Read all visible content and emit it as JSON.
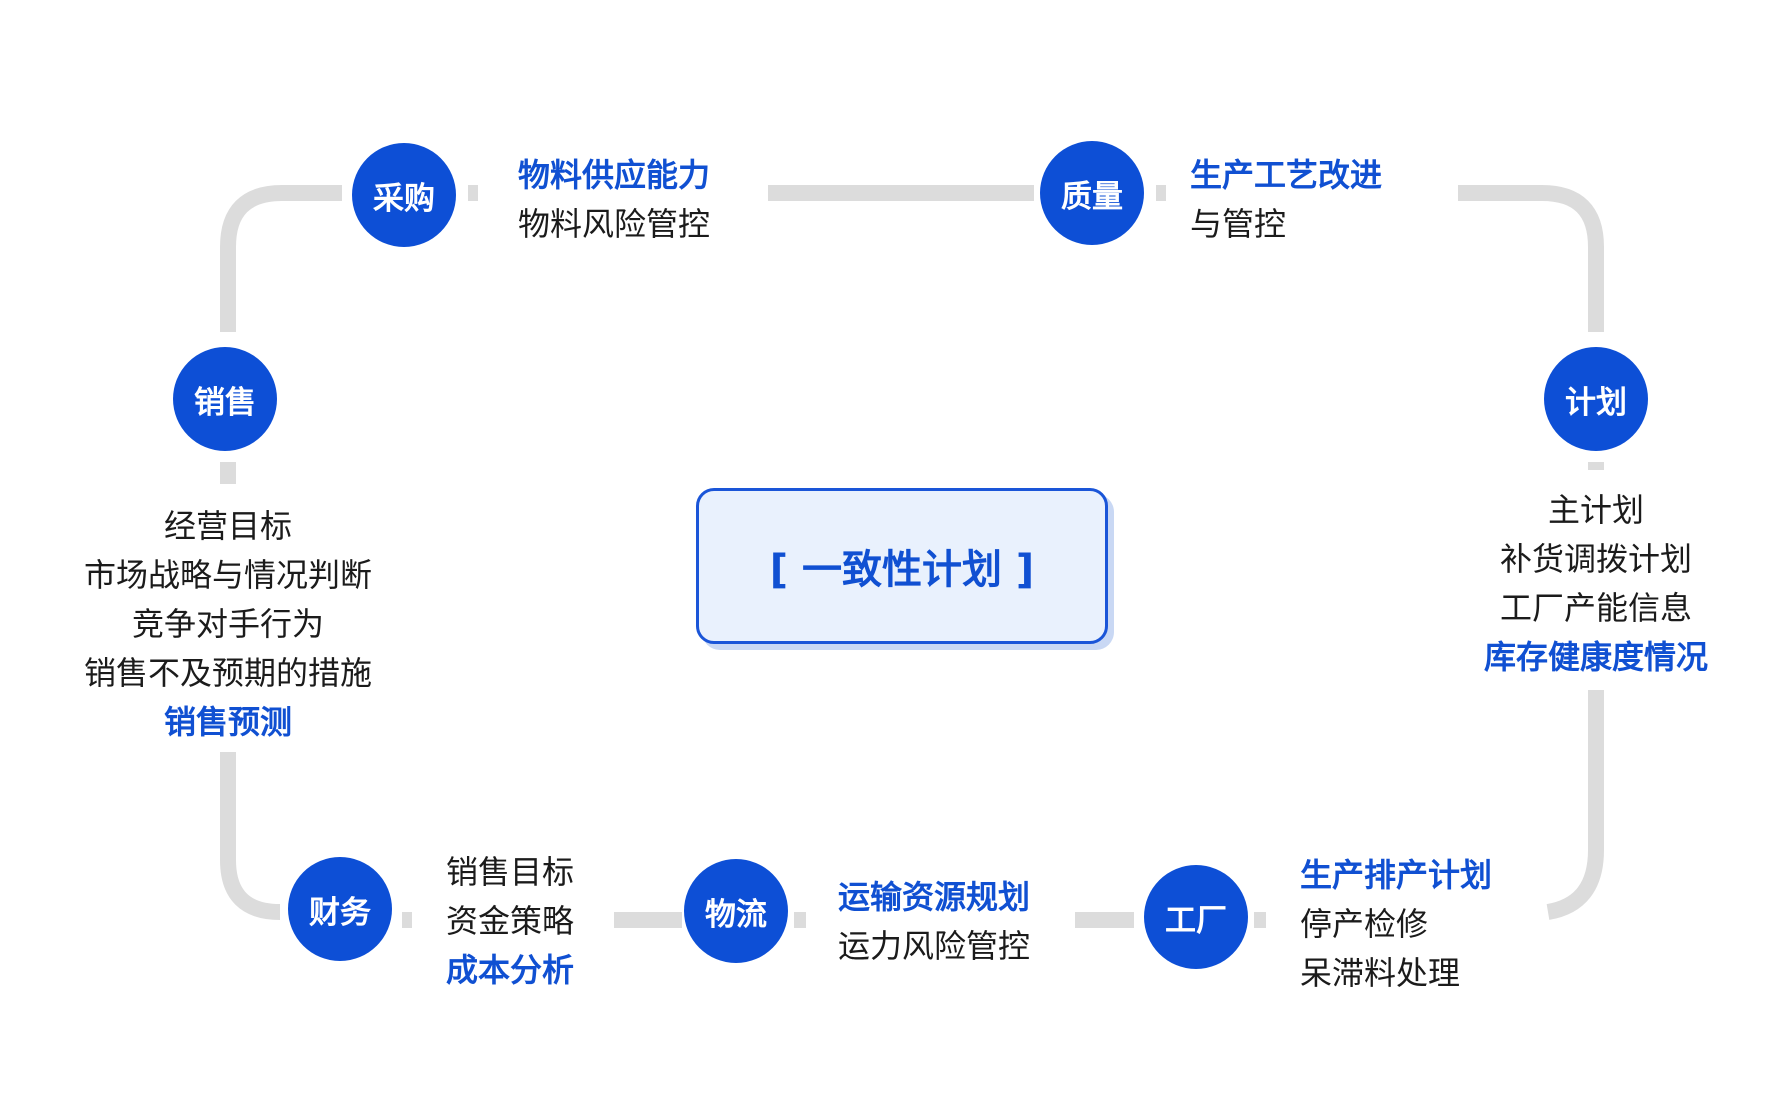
{
  "core": {
    "label": "[ 一致性计划 ]"
  },
  "nodes": {
    "procurement": {
      "name": "采购",
      "highlight": [
        "物料供应能力"
      ],
      "lines": [
        "物料风险管控"
      ]
    },
    "quality": {
      "name": "质量",
      "highlight": [
        "生产工艺改进"
      ],
      "lines": [
        "与管控"
      ]
    },
    "planning": {
      "name": "计划",
      "lines": [
        "主计划",
        "补货调拨计划",
        "工厂产能信息"
      ],
      "highlight": [
        "库存健康度情况"
      ]
    },
    "factory": {
      "name": "工厂",
      "highlight": [
        "生产排产计划"
      ],
      "lines": [
        "停产检修",
        "呆滞料处理"
      ]
    },
    "logistics": {
      "name": "物流",
      "highlight": [
        "运输资源规划"
      ],
      "lines": [
        "运力风险管控"
      ]
    },
    "finance": {
      "name": "财务",
      "lines": [
        "销售目标",
        "资金策略"
      ],
      "highlight": [
        "成本分析"
      ]
    },
    "sales": {
      "name": "销售",
      "lines": [
        "经营目标",
        "市场战略与情况判断",
        "竞争对手行为",
        "销售不及预期的措施"
      ],
      "highlight": [
        "销售预测"
      ]
    }
  },
  "colors": {
    "node": "#0d4fd6",
    "highlight_text": "#1050d2",
    "body_text": "#1b1b1b",
    "track": "#dcdcdc",
    "core_fill": "#e9f1fd",
    "core_border": "#1a55d8"
  }
}
